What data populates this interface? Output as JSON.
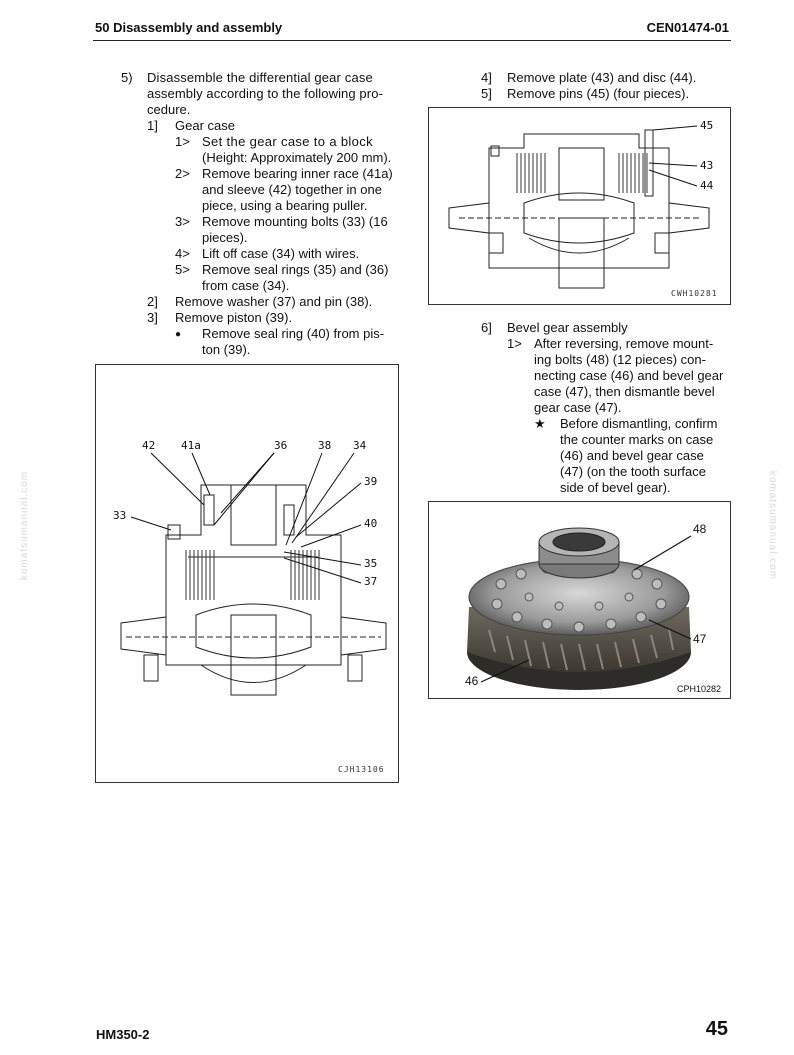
{
  "header": {
    "left": "50 Disassembly and assembly",
    "right": "CEN01474-01"
  },
  "footer": {
    "model": "HM350-2",
    "page": "45"
  },
  "watermark": "komatsumanual.com",
  "left_col": {
    "s5_num": "5)",
    "s5_l1": "Disassemble the differential gear case",
    "s5_l2": "assembly according to the following pro-",
    "s5_l3": "cedure.",
    "s1_num": "1]",
    "s1_title": "Gear case",
    "a1_num": "1>",
    "a1_l1": "Set the gear case to a block",
    "a1_l2": "(Height: Approximately 200 mm).",
    "a2_num": "2>",
    "a2_l1": "Remove bearing inner race (41a)",
    "a2_l2": "and sleeve (42) together in one",
    "a2_l3": "piece, using a bearing puller.",
    "a3_num": "3>",
    "a3_l1": "Remove mounting bolts (33) (16",
    "a3_l2": "pieces).",
    "a4_num": "4>",
    "a4_l1": "Lift off case (34) with wires.",
    "a5_num": "5>",
    "a5_l1": "Remove seal rings (35) and (36)",
    "a5_l2": "from case (34).",
    "s2_num": "2]",
    "s2_text": "Remove washer (37) and pin (38).",
    "s3_num": "3]",
    "s3_text": "Remove piston (39).",
    "b1_bullet": "●",
    "b1_l1": "Remove seal ring (40) from pis-",
    "b1_l2": "ton (39)."
  },
  "right_col": {
    "s4_num": "4]",
    "s4_text": "Remove plate (43) and disc (44).",
    "s5b_num": "5]",
    "s5b_text": "Remove pins (45) (four pieces).",
    "s6_num": "6]",
    "s6_text": "Bevel gear assembly",
    "c1_num": "1>",
    "c1_l1": "After reversing, remove mount-",
    "c1_l2": "ing bolts (48) (12 pieces) con-",
    "c1_l3": "necting case (46) and bevel gear",
    "c1_l4": "case (47), then dismantle bevel",
    "c1_l5": "gear case (47).",
    "star": "★",
    "st_l1": "Before dismantling, confirm",
    "st_l2": "the counter marks on case",
    "st_l3": "(46) and bevel gear case",
    "st_l4": "(47) (on the tooth surface",
    "st_l5": "side of bevel gear)."
  },
  "fig_top": {
    "code": "CWH10281",
    "labels": {
      "l45": "45",
      "l43": "43",
      "l44": "44"
    }
  },
  "fig_left": {
    "code": "CJH13106",
    "labels": {
      "l42": "42",
      "l41a": "41a",
      "l36": "36",
      "l38": "38",
      "l34": "34",
      "l39": "39",
      "l33": "33",
      "l40": "40",
      "l35": "35",
      "l37": "37"
    }
  },
  "fig_photo": {
    "code": "CPH10282",
    "labels": {
      "l48": "48",
      "l47": "47",
      "l46": "46"
    }
  }
}
